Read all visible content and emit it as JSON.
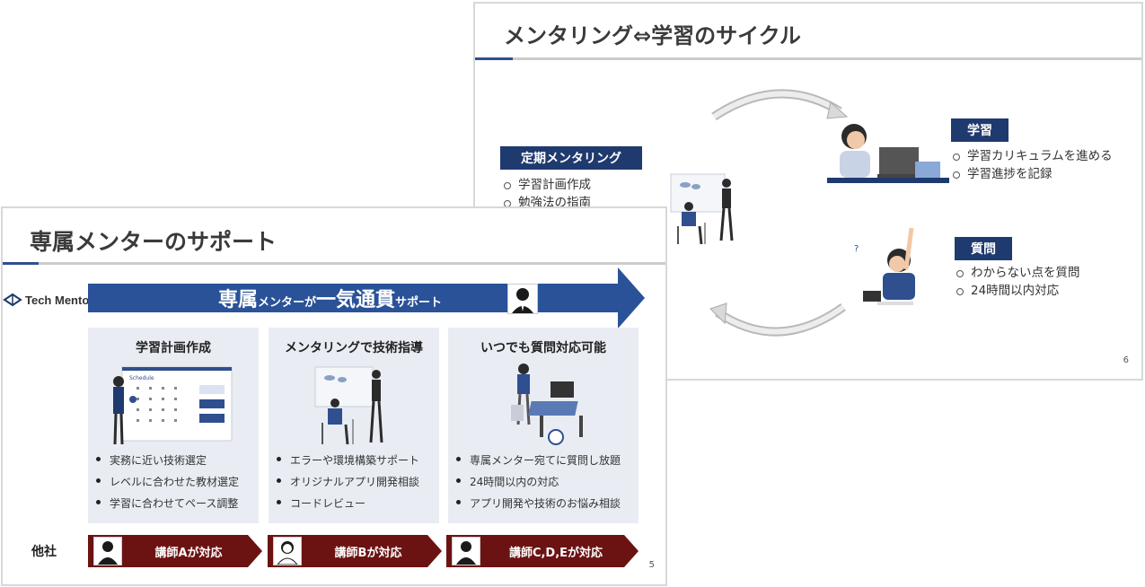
{
  "slide6": {
    "title": "メンタリング⇔学習のサイクル",
    "page": "6",
    "regular": {
      "label": "定期メンタリング",
      "items": [
        "学習計画作成",
        "勉強法の指南"
      ]
    },
    "study": {
      "label": "学習",
      "items": [
        "学習カリキュラムを進める",
        "学習進捗を記録"
      ]
    },
    "question": {
      "label": "質問",
      "items": [
        "わからない点を質問",
        "24時間以内対応"
      ]
    }
  },
  "slide5": {
    "title": "専属メンターのサポート",
    "page": "5",
    "brand": "Tech Mentor",
    "banner": {
      "big1": "専属",
      "small1": "メンターが",
      "big2": "一気通貫",
      "small2": "サポート"
    },
    "columns": [
      {
        "title": "学習計画作成",
        "illustration_text": "Schedule",
        "items": [
          "実務に近い技術選定",
          "レベルに合わせた教材選定",
          "学習に合わせてペース調整"
        ]
      },
      {
        "title": "メンタリングで技術指導",
        "items": [
          "エラーや環境構築サポート",
          "オリジナルアプリ開発相談",
          "コードレビュー"
        ]
      },
      {
        "title": "いつでも質問対応可能",
        "items": [
          "専属メンター宛てに質問し放題",
          "24時間以内の対応",
          "アプリ開発や技術のお悩み相談"
        ]
      }
    ],
    "competitors_label": "他社",
    "competitors": [
      "講師Aが対応",
      "講師Bが対応",
      "講師C,D,Eが対応"
    ]
  },
  "colors": {
    "navy": "#1f3a6e",
    "banner_blue": "#2a5298",
    "column_bg": "#e9edf3",
    "competitor_red": "#6b1212"
  }
}
